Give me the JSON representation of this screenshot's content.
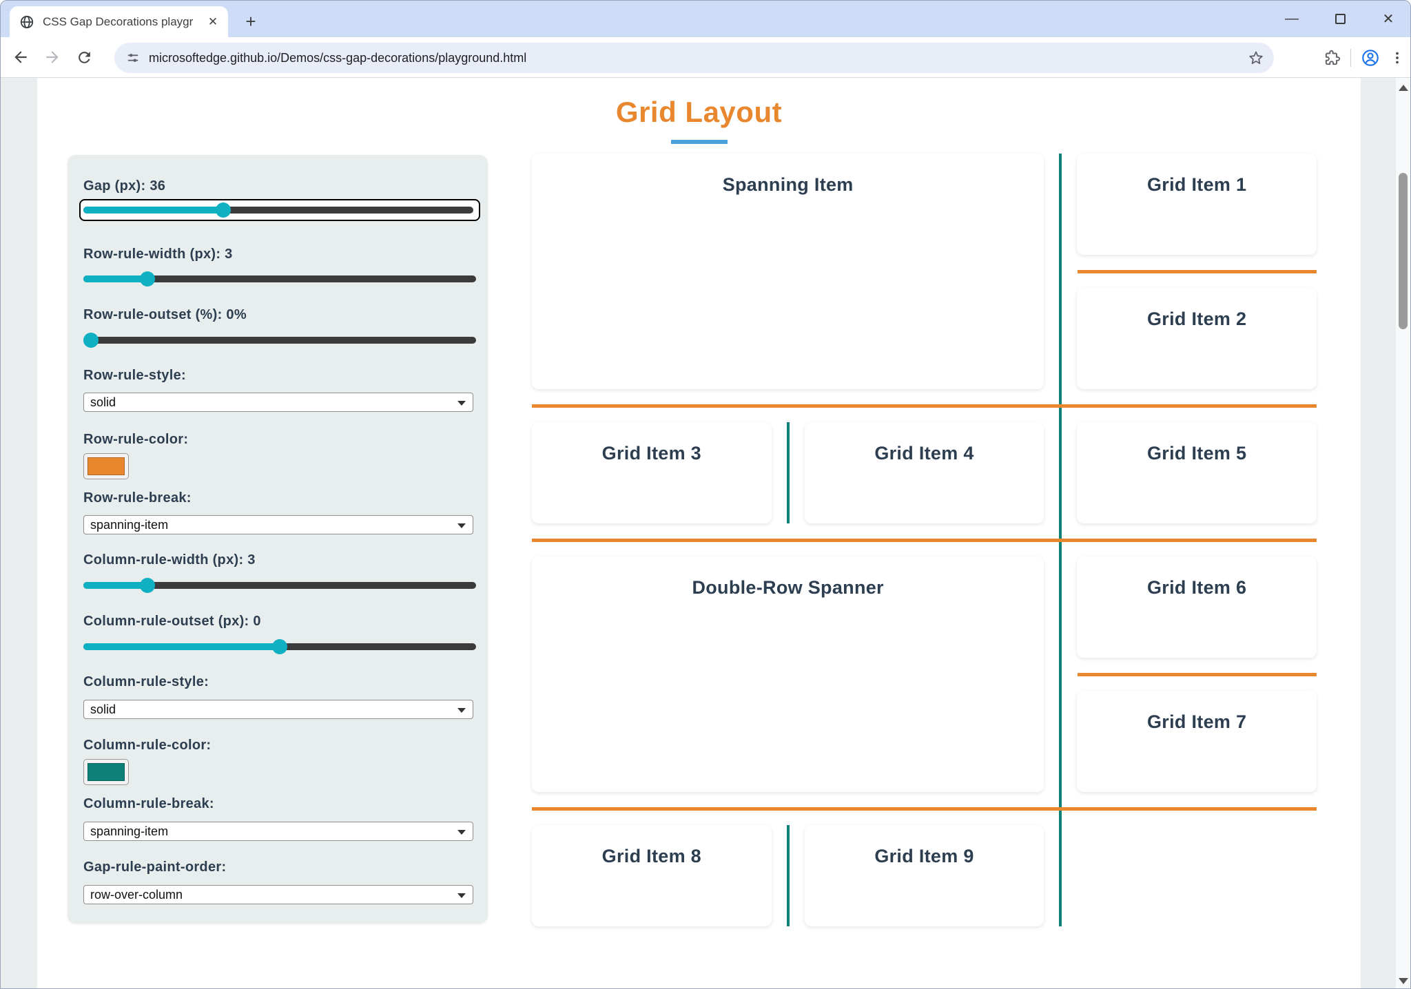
{
  "browser": {
    "tab": {
      "title": "CSS Gap Decorations playgroun",
      "close_glyph": "✕",
      "new_tab_glyph": "+"
    },
    "window_controls": {
      "minimize_glyph": "—",
      "close_glyph": "✕"
    },
    "url": "microsoftedge.github.io/Demos/css-gap-decorations/playground.html",
    "icons": [
      "globe-favicon-icon",
      "back-icon",
      "forward-icon",
      "reload-icon",
      "site-info-icon",
      "bookmark-star-icon",
      "extensions-puzzle-icon",
      "profile-icon",
      "menu-dots-icon"
    ]
  },
  "page": {
    "title": "Grid Layout",
    "colors": {
      "accent_orange": "#e8872e",
      "accent_teal": "#0d8078",
      "slider_cyan": "#0fb0c2",
      "text_dark": "#2d3e50",
      "title_underline_blue": "#4aa0d9",
      "panel_gray": "#e8edee"
    }
  },
  "sidebar": {
    "controls": [
      {
        "type": "slider",
        "label": "Gap (px): 36",
        "value": 36,
        "focused": true
      },
      {
        "type": "slider",
        "label": "Row-rule-width (px): 3",
        "value": 3
      },
      {
        "type": "slider",
        "label": "Row-rule-outset (%): 0%",
        "value": 0
      },
      {
        "type": "select",
        "label": "Row-rule-style:",
        "value": "solid"
      },
      {
        "type": "color",
        "label": "Row-rule-color:",
        "value": "#e8872e"
      },
      {
        "type": "select",
        "label": "Row-rule-break:",
        "value": "spanning-item"
      },
      {
        "type": "slider",
        "label": "Column-rule-width (px): 3",
        "value": 3
      },
      {
        "type": "slider",
        "label": "Column-rule-outset (px): 0",
        "value": 0
      },
      {
        "type": "select",
        "label": "Column-rule-style:",
        "value": "solid"
      },
      {
        "type": "color",
        "label": "Column-rule-color:",
        "value": "#0d8078"
      },
      {
        "type": "select",
        "label": "Column-rule-break:",
        "value": "spanning-item"
      },
      {
        "type": "select",
        "label": "Gap-rule-paint-order:",
        "value": "row-over-column"
      }
    ]
  },
  "grid": {
    "items": [
      {
        "label": "Spanning Item"
      },
      {
        "label": "Grid Item 1"
      },
      {
        "label": "Grid Item 2"
      },
      {
        "label": "Grid Item 3"
      },
      {
        "label": "Grid Item 4"
      },
      {
        "label": "Grid Item 5"
      },
      {
        "label": "Double-Row Spanner"
      },
      {
        "label": "Grid Item 6"
      },
      {
        "label": "Grid Item 7"
      },
      {
        "label": "Grid Item 8"
      },
      {
        "label": "Grid Item 9"
      }
    ]
  }
}
